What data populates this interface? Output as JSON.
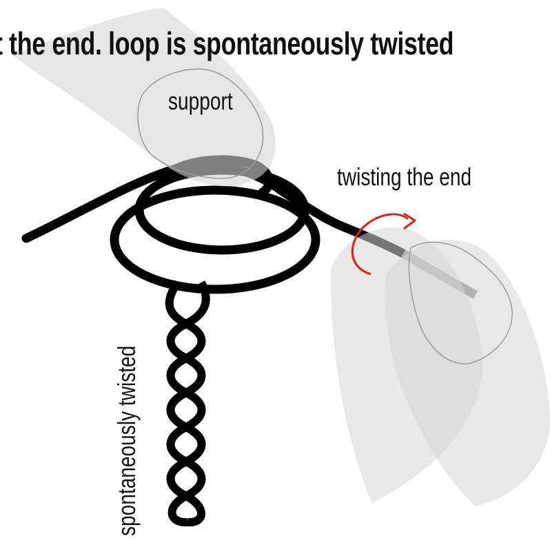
{
  "diagram": {
    "title": "t the end. loop is spontaneously twisted",
    "labels": {
      "support": "support",
      "twisting_end": "twisting the end",
      "spontaneous": "spontaneously twisted"
    },
    "colors": {
      "rope": "#000000",
      "rope_end": "#8a8a8a",
      "hand_fill": "#dcdcdc",
      "hand_outline": "#9a9a9a",
      "arrow": "#e41b17",
      "text": "#111111"
    }
  }
}
